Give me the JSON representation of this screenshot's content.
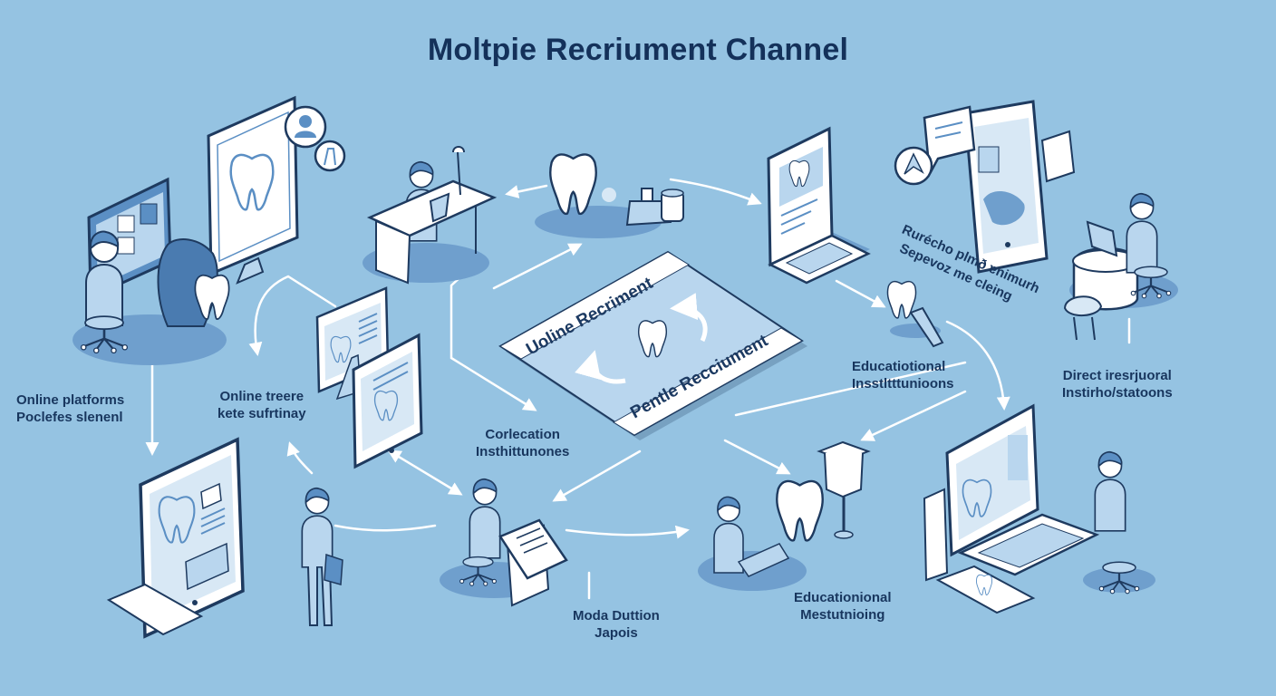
{
  "title": "Moltpie Recriument Channel",
  "center_card": {
    "top_label": "Uoline Recriment",
    "bottom_label": "Pentle Recciument"
  },
  "labels": {
    "online_platforms": [
      "Online platforms",
      "Poclefes slenenl"
    ],
    "online_treere": [
      "Online treere",
      "kete sufrtinay"
    ],
    "corlecation": [
      "Corlecation",
      "Insthittunones"
    ],
    "rural_shopping": [
      "Rurécho plmð ɐnimurh",
      "Sepevoz me cleing"
    ],
    "educational_institutions": [
      "Educatiotional",
      "Insstltttunioons"
    ],
    "direct_institutions": [
      "Direct iresrjuoral",
      "Instirho/statoons"
    ],
    "moda_duttion": [
      "Moda Duttion",
      "Japois"
    ],
    "educational_mestutrioing": [
      "Educationional",
      "Mestutnioing"
    ]
  },
  "colors": {
    "background": "#95c3e2",
    "title": "#14315a",
    "line_dark": "#1e3a5f",
    "fill_mid": "#5b8fc4",
    "fill_light": "#b9d6ee",
    "white": "#ffffff"
  }
}
